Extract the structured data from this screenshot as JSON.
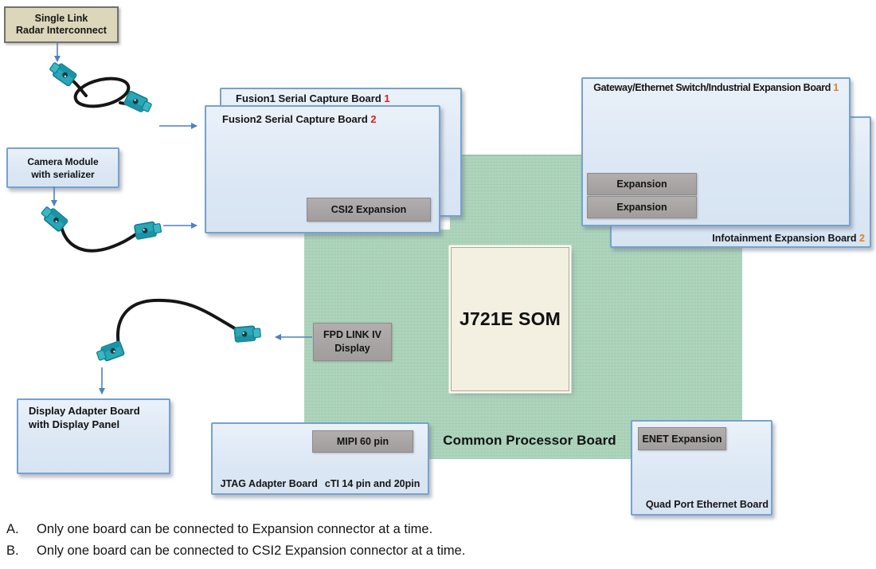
{
  "radar": {
    "line1": "Single Link",
    "line2": "Radar Interconnect"
  },
  "camera": {
    "line1": "Camera Module",
    "line2": "with serializer"
  },
  "display_adapter": {
    "line1": "Display Adapter Board",
    "line2": "with Display Panel"
  },
  "boards": {
    "fusion1": {
      "title": "Fusion1 Serial Capture Board",
      "number": "1"
    },
    "fusion2": {
      "title": "Fusion2 Serial Capture Board",
      "number": "2"
    },
    "gateway": {
      "title": "Gateway/Ethernet Switch/Industrial Expansion Board",
      "number": "1"
    },
    "infotainment": {
      "title": "Infotainment Expansion Board",
      "number": "2"
    },
    "jtag": {
      "title": "JTAG Adapter Board",
      "subtitle": "cTI 14 pin and 20pin"
    },
    "quad_port": {
      "title": "Quad Port Ethernet Board"
    }
  },
  "som": {
    "label": "J721E SOM"
  },
  "processor_board": {
    "label": "Common Processor Board"
  },
  "connectors": {
    "csi2": "CSI2 Expansion",
    "expansion_top": "Expansion",
    "expansion_bottom": "Expansion",
    "fpd_line1": "FPD LINK IV",
    "fpd_line2": "Display",
    "mipi": "MIPI 60 pin",
    "enet": "ENET Expansion"
  },
  "notes": [
    {
      "label": "A.",
      "text": "Only one board can be connected to Expansion connector at a time."
    },
    {
      "label": "B.",
      "text": "Only one board can be connected to CSI2 Expansion connector at a time."
    }
  ],
  "colors": {
    "board_green": "#abd3ba",
    "board_blue_fill": "#dde9f5",
    "board_blue_border": "#76a2cd",
    "gray_connector": "#a6a2a2",
    "tan_box": "#dcd6ba",
    "som_fill": "#f3efe1",
    "arrow_blue": "#4f81bd",
    "fakra_teal": "#2aa6b6",
    "number_red": "#e01f1f",
    "number_orange": "#e2801c"
  }
}
